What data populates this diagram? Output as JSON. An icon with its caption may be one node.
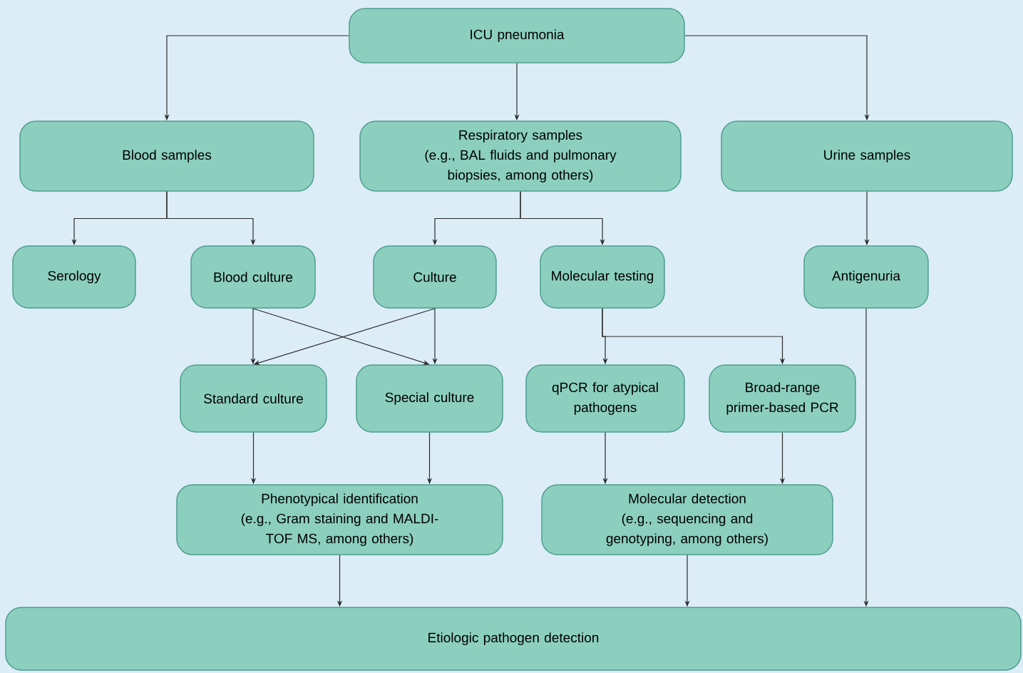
{
  "diagram": {
    "nodes": [
      {
        "text": [
          "ICU pneumonia"
        ]
      },
      {
        "text": [
          "Blood samples"
        ]
      },
      {
        "text": [
          "Respiratory samples",
          "(e.g., BAL fluids and pulmonary biopsies, among others)"
        ]
      },
      {
        "text": [
          "Urine samples"
        ]
      },
      {
        "text": [
          "Serology"
        ]
      },
      {
        "text": [
          "Blood culture"
        ]
      },
      {
        "text": [
          "Culture"
        ]
      },
      {
        "text": [
          "Molecular testing"
        ]
      },
      {
        "text": [
          "Antigenuria"
        ]
      },
      {
        "text": [
          "Standard culture"
        ]
      },
      {
        "text": [
          "Special culture"
        ]
      },
      {
        "text": [
          "qPCR for atypical pathogens"
        ]
      },
      {
        "text": [
          "Broad-range primer-based PCR"
        ]
      },
      {
        "text": [
          "Phenotypical identification",
          "(e.g., Gram staining and MALDI-TOF MS, among others)"
        ]
      },
      {
        "text": [
          "Molecular detection",
          "(e.g., sequencing and genotyping, among others)"
        ]
      },
      {
        "text": [
          "Etiologic pathogen detection"
        ]
      }
    ],
    "edges": [
      {
        "from": 0,
        "to": 1,
        "arrow": "to"
      },
      {
        "from": 0,
        "to": 2,
        "arrow": "to"
      },
      {
        "from": 0,
        "to": 3,
        "arrow": "to"
      },
      {
        "from": 1,
        "to": 4,
        "arrow": "to"
      },
      {
        "from": 1,
        "to": 5,
        "arrow": "to"
      },
      {
        "from": 2,
        "to": 6,
        "arrow": "to"
      },
      {
        "from": 2,
        "to": 7,
        "arrow": "to"
      },
      {
        "from": 3,
        "to": 8,
        "arrow": "to"
      },
      {
        "from": 5,
        "to": 9,
        "arrow": "to"
      },
      {
        "from": 5,
        "to": 10,
        "arrow": "to"
      },
      {
        "from": 6,
        "to": 9,
        "arrow": "to"
      },
      {
        "from": 6,
        "to": 10,
        "arrow": "to"
      },
      {
        "from": 7,
        "to": 11,
        "arrow": "to"
      },
      {
        "from": 7,
        "to": 12,
        "arrow": "to"
      },
      {
        "from": 8,
        "to": 15,
        "arrow": "to"
      },
      {
        "from": 9,
        "to": 13,
        "arrow": "to"
      },
      {
        "from": 10,
        "to": 13,
        "arrow": "to"
      },
      {
        "from": 11,
        "to": 14,
        "arrow": "to"
      },
      {
        "from": 12,
        "to": 14,
        "arrow": "to"
      },
      {
        "from": 13,
        "to": 15,
        "arrow": "to"
      },
      {
        "from": 14,
        "to": 15,
        "arrow": "to"
      }
    ]
  }
}
